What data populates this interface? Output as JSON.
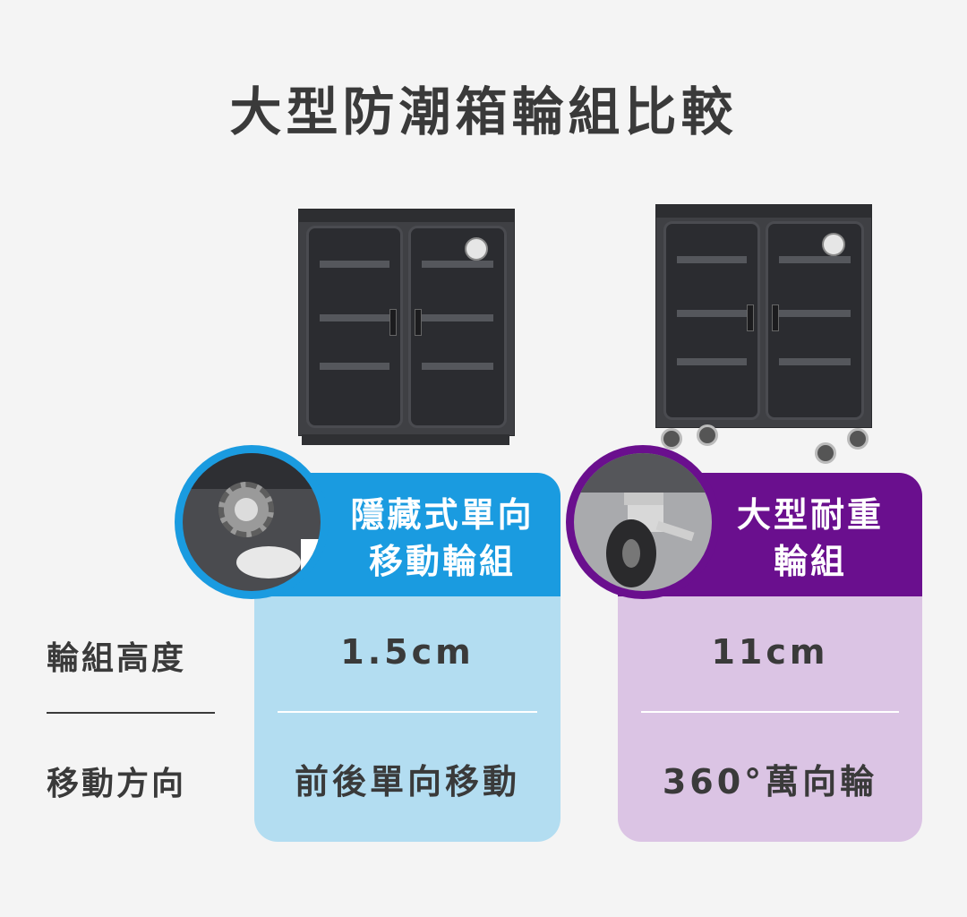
{
  "title": "大型防潮箱輪組比較",
  "options": [
    {
      "heading_line1": "隱藏式單向",
      "heading_line2": "移動輪組",
      "height": "1.5cm",
      "direction": "前後單向移動",
      "accent": "#1a9be0",
      "body": "#b3ddf1"
    },
    {
      "heading_line1": "大型耐重",
      "heading_line2": "輪組",
      "height": "11cm",
      "direction": "360°萬向輪",
      "accent": "#6a0f8e",
      "body": "#dbc4e4"
    }
  ],
  "rows": {
    "height_label": "輪組高度",
    "direction_label": "移動方向"
  }
}
